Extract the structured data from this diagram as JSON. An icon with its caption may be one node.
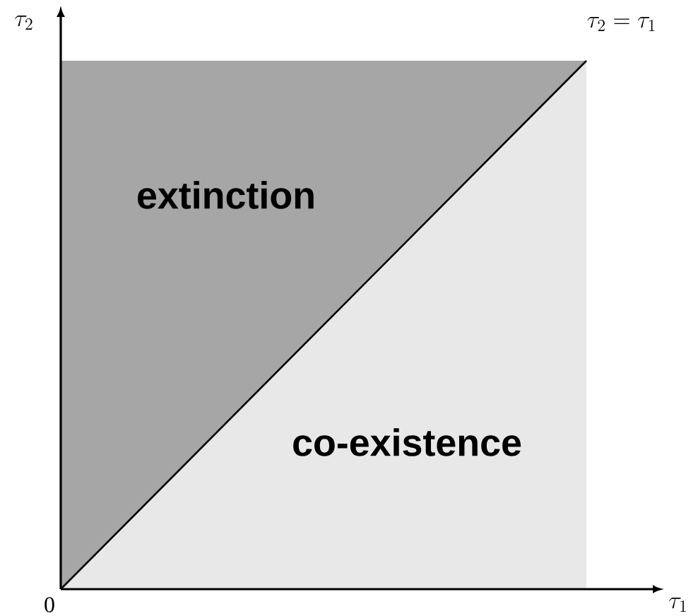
{
  "diagram": {
    "labels": [
      "\\tau_2",
      "\\tau_2 = \\tau_1",
      "extinction",
      "co-existence",
      "0",
      "\\tau_1"
    ]
  }
}
